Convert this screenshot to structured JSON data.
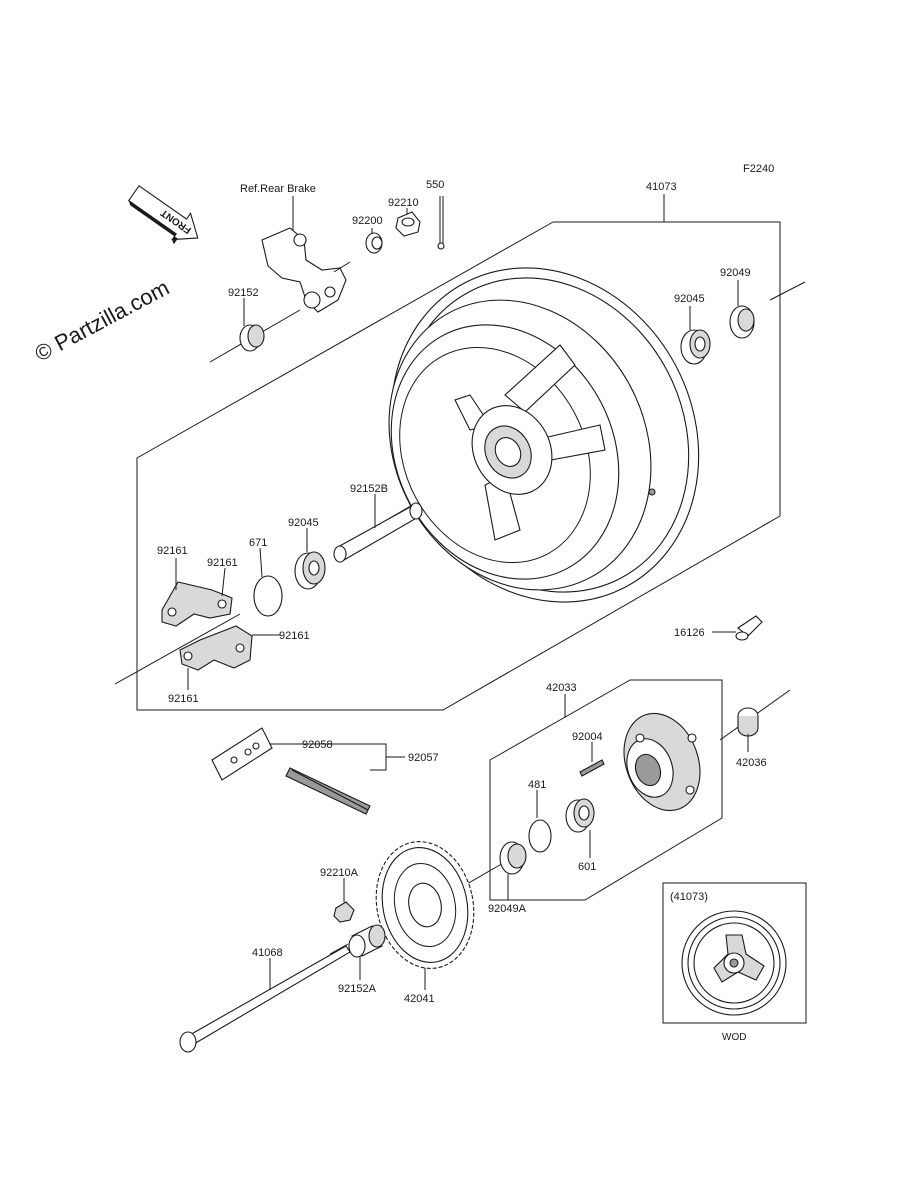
{
  "diagram": {
    "code": "F2240",
    "watermark": "© Partzilla.com",
    "front_arrow": "FRONT",
    "ref_rear_brake": "Ref.Rear Brake",
    "inset_ref": "(41073)",
    "inset_caption": "WOD"
  },
  "parts": [
    {
      "id": "p550",
      "number": "550"
    },
    {
      "id": "p41073",
      "number": "41073"
    },
    {
      "id": "p92210",
      "number": "92210"
    },
    {
      "id": "p92200",
      "number": "92200"
    },
    {
      "id": "p92049",
      "number": "92049"
    },
    {
      "id": "p92045_top",
      "number": "92045"
    },
    {
      "id": "p92152",
      "number": "92152"
    },
    {
      "id": "p92152B",
      "number": "92152B"
    },
    {
      "id": "p92045_mid",
      "number": "92045"
    },
    {
      "id": "p671",
      "number": "671"
    },
    {
      "id": "p92161_a",
      "number": "92161"
    },
    {
      "id": "p92161_b",
      "number": "92161"
    },
    {
      "id": "p92161_c",
      "number": "92161"
    },
    {
      "id": "p92161_d",
      "number": "92161"
    },
    {
      "id": "p16126",
      "number": "16126"
    },
    {
      "id": "p42033",
      "number": "42033"
    },
    {
      "id": "p92058",
      "number": "92058"
    },
    {
      "id": "p92057",
      "number": "92057"
    },
    {
      "id": "p92004",
      "number": "92004"
    },
    {
      "id": "p42036",
      "number": "42036"
    },
    {
      "id": "p481",
      "number": "481"
    },
    {
      "id": "p601",
      "number": "601"
    },
    {
      "id": "p92210A",
      "number": "92210A"
    },
    {
      "id": "p92049A",
      "number": "92049A"
    },
    {
      "id": "p41068",
      "number": "41068"
    },
    {
      "id": "p92152A",
      "number": "92152A"
    },
    {
      "id": "p42041",
      "number": "42041"
    }
  ]
}
